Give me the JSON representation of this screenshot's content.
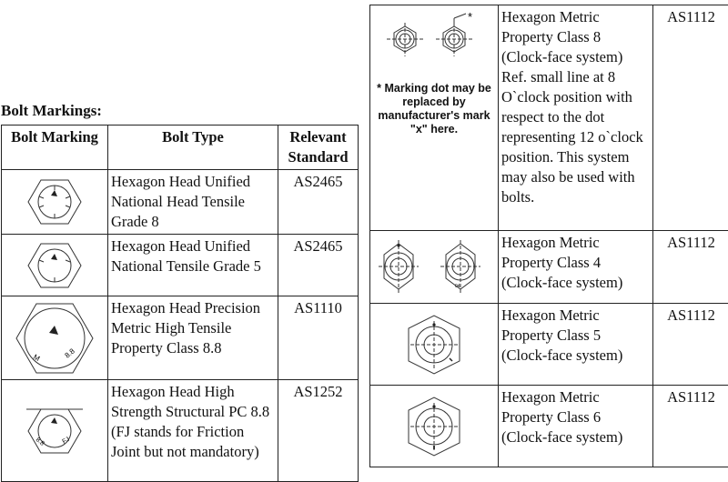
{
  "heading": "Bolt Markings:",
  "columns": {
    "marking": "Bolt Marking",
    "type": "Bolt Type",
    "standard": "Relevant Standard"
  },
  "left_rows": [
    {
      "type": "Hexagon Head Unified National Head Tensile Grade 8",
      "standard": "AS2465"
    },
    {
      "type": "Hexagon Head Unified National Tensile Grade 5",
      "standard": "AS2465"
    },
    {
      "type": "Hexagon Head Precision Metric High Tensile Property Class 8.8",
      "standard": "AS1110",
      "marks": [
        "M",
        "8.8"
      ]
    },
    {
      "type": "Hexagon Head High Strength Structural PC 8.8 (FJ stands for Friction Joint but not mandatory)",
      "standard": "AS1252",
      "marks": [
        "8.8",
        "FJ"
      ]
    }
  ],
  "right_rows": [
    {
      "type": "Hexagon Metric Property Class 8 (Clock-face system) Ref. small line at 8 O`clock position with respect to the dot representing 12 o`clock position. This system may also be used with bolts.",
      "standard": "AS1112",
      "note": "* Marking dot may be replaced by manufacturer's mark \"x\" here.",
      "star": "*"
    },
    {
      "type": "Hexagon Metric Property Class 4 (Clock-face system)",
      "standard": "AS1112",
      "marks": [
        "04"
      ]
    },
    {
      "type": "Hexagon Metric Property Class 5 (Clock-face system)",
      "standard": "AS1112"
    },
    {
      "type": "Hexagon Metric Property Class 6 (Clock-face system)",
      "standard": "AS1112"
    }
  ]
}
